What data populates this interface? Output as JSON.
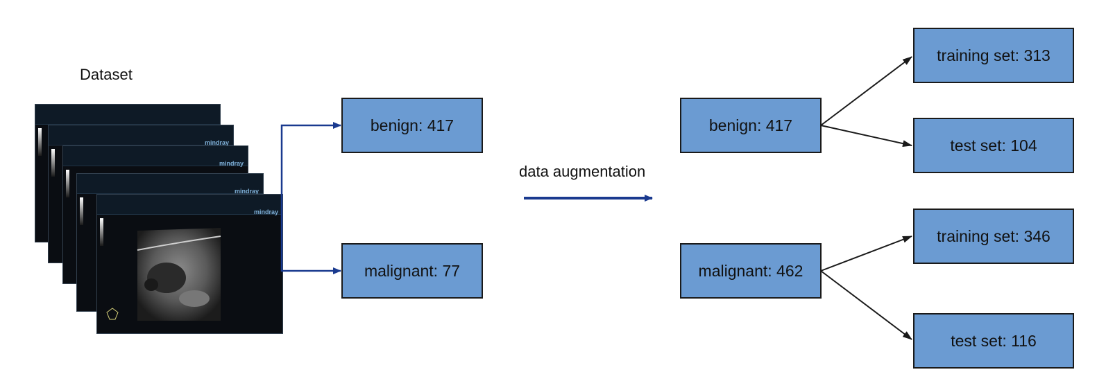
{
  "dataset": {
    "title": "Dataset",
    "scan_brand": "mindray"
  },
  "original": {
    "benign": "benign: 417",
    "malignant": "malignant: 77"
  },
  "process": {
    "label": "data augmentation"
  },
  "augmented": {
    "benign": "benign: 417",
    "malignant": "malignant: 462"
  },
  "splits": {
    "benign_train": "training set: 313",
    "benign_test": "test set: 104",
    "malignant_train": "training set: 346",
    "malignant_test": "test set: 116"
  },
  "colors": {
    "box_fill": "#6b9bd2",
    "arrow_blue": "#1a3a8f",
    "arrow_dark": "#1a1a1a"
  }
}
